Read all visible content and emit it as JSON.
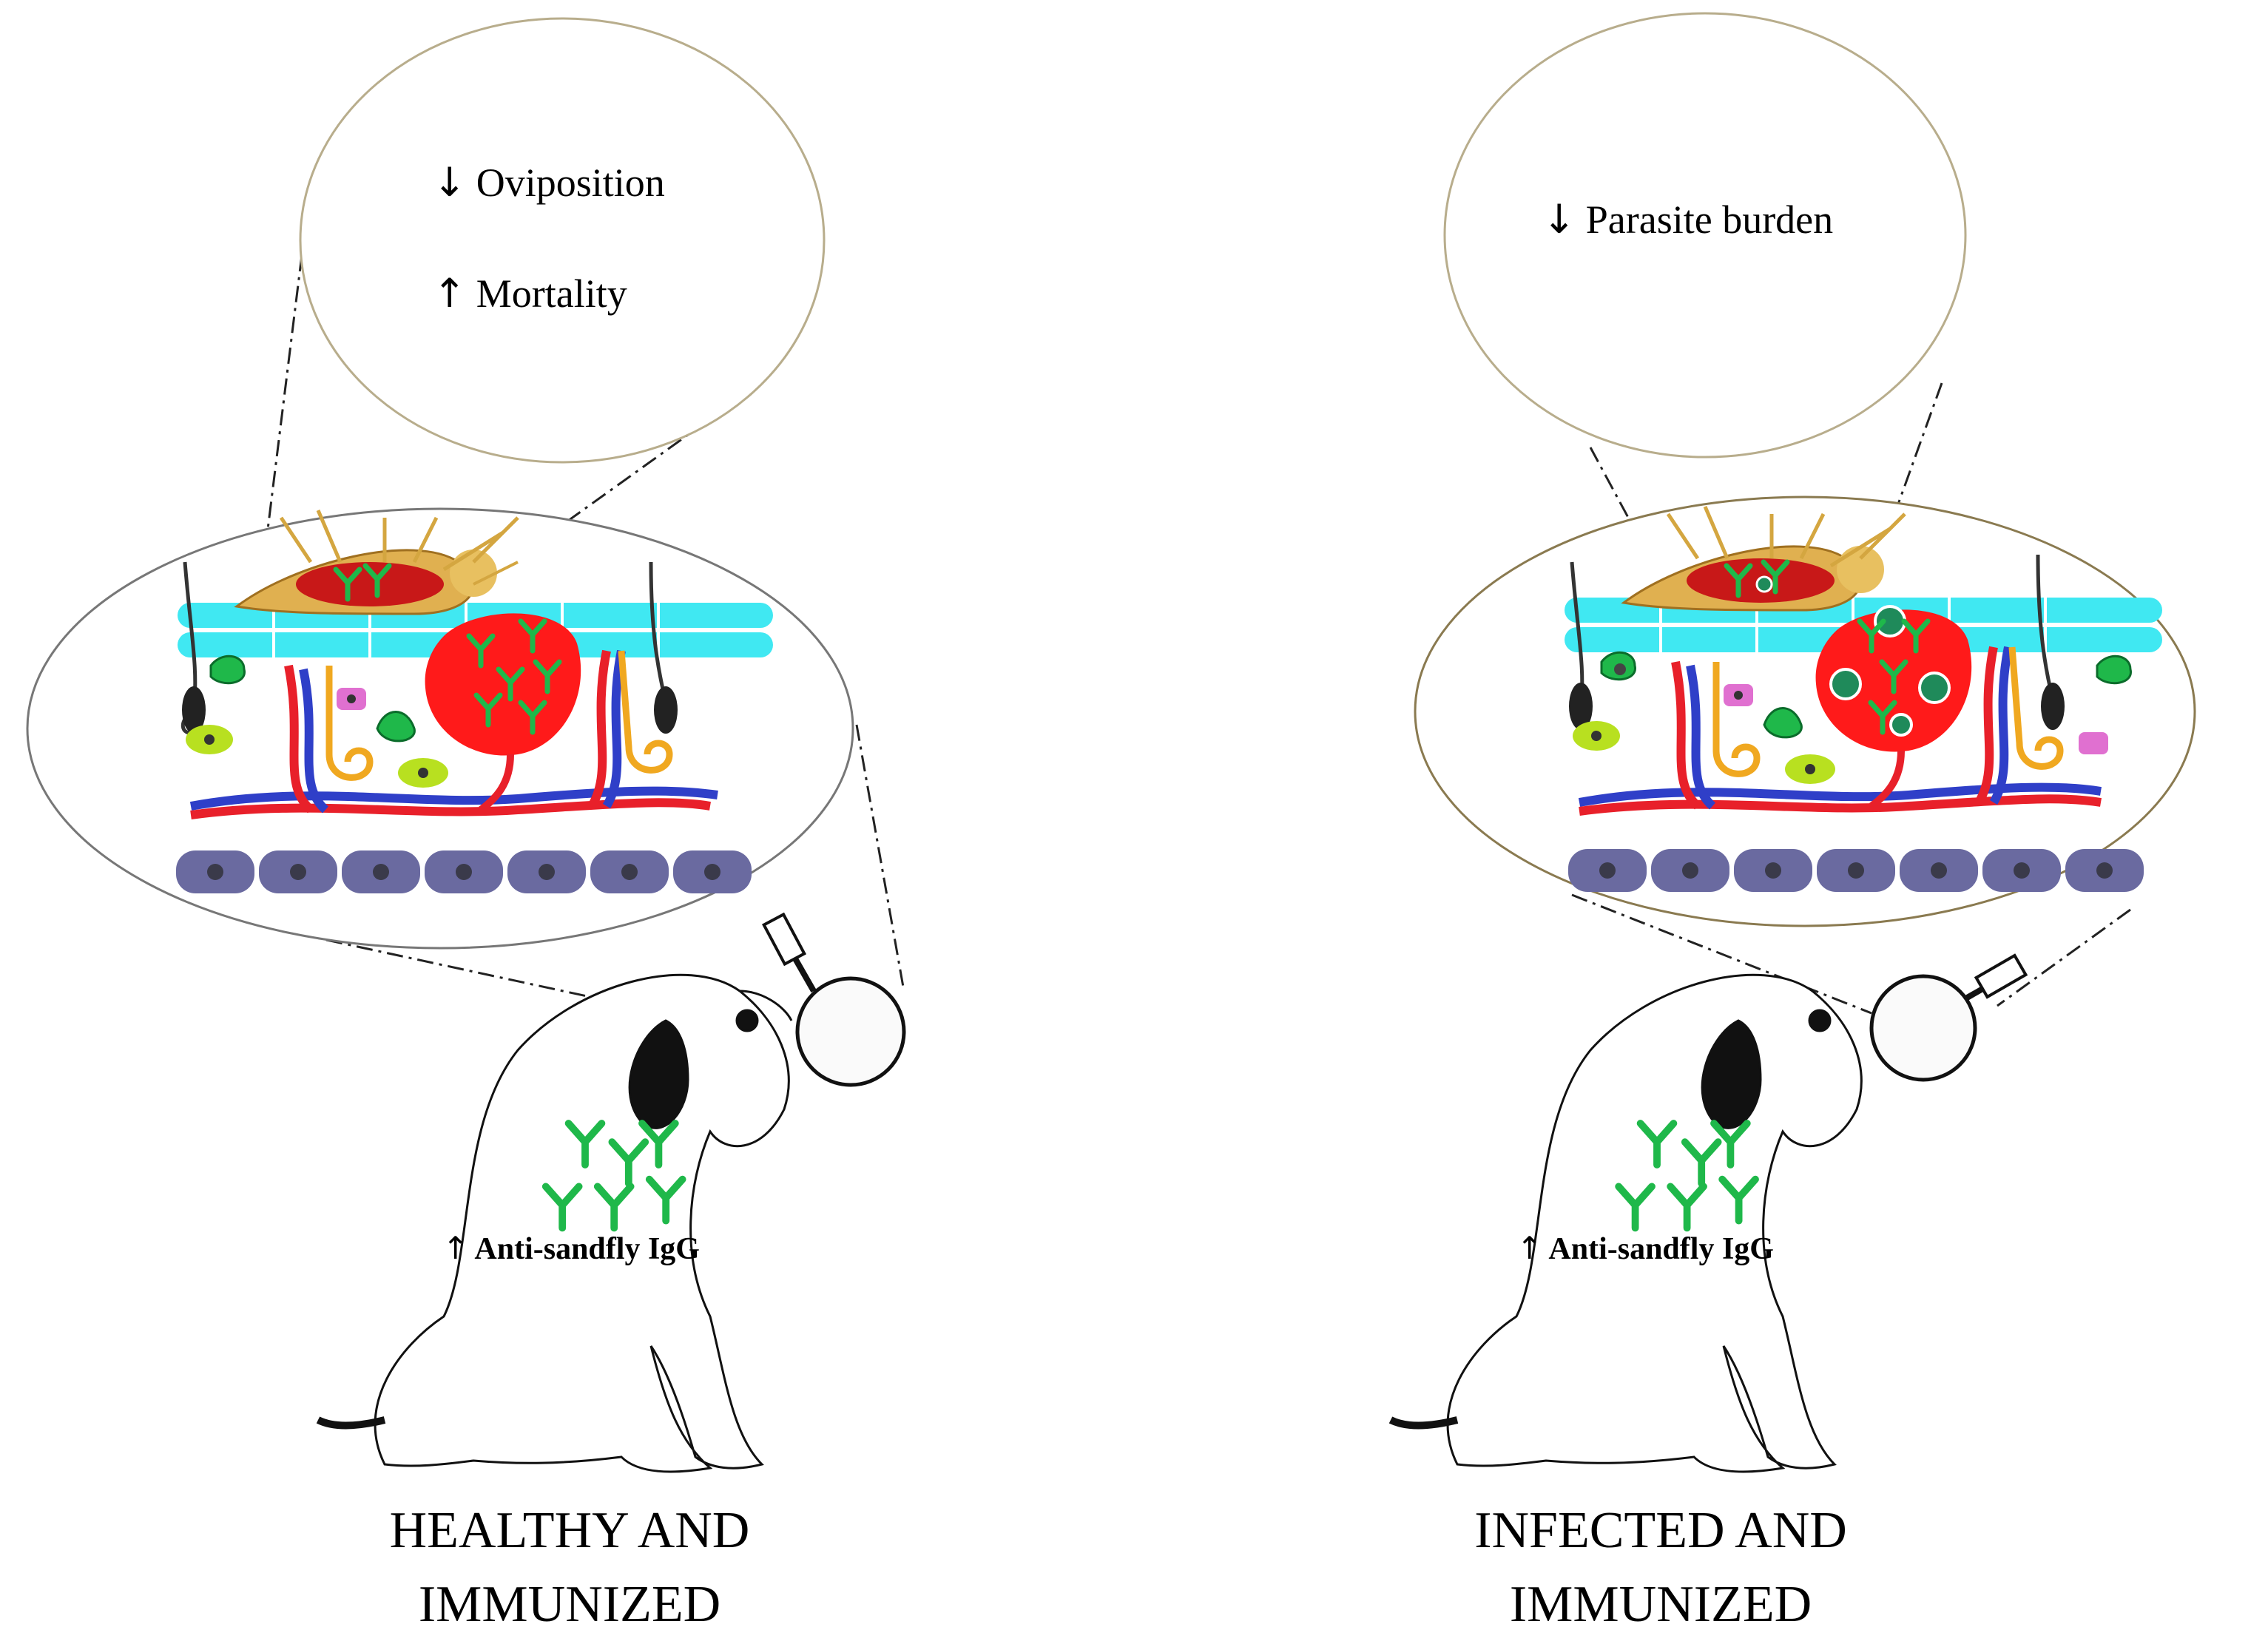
{
  "colors": {
    "skin_layer": "#40e8f2",
    "blood_pool": "#ff1a1a",
    "antibody": "#1fb84a",
    "artery": "#e8202a",
    "vein": "#2f3fc8",
    "nerve": "#f0a820",
    "basal_cells": "#6a6aa0",
    "sandfly": "#e0b050",
    "bubble_outline": "#b8ad8c"
  },
  "panels": [
    {
      "id": "left",
      "bubble": [
        {
          "arrow": "down",
          "text": "Oviposition"
        },
        {
          "arrow": "up",
          "text": "Mortality"
        }
      ],
      "igg_label": "Anti-sandfly IgG",
      "caption_line1": "HEALTHY AND",
      "caption_line2": "IMMUNIZED"
    },
    {
      "id": "right",
      "bubble": [
        {
          "arrow": "down",
          "text": "Parasite burden"
        }
      ],
      "igg_label": "Anti-sandfly IgG",
      "caption_line1": "INFECTED AND",
      "caption_line2": "IMMUNIZED"
    }
  ]
}
